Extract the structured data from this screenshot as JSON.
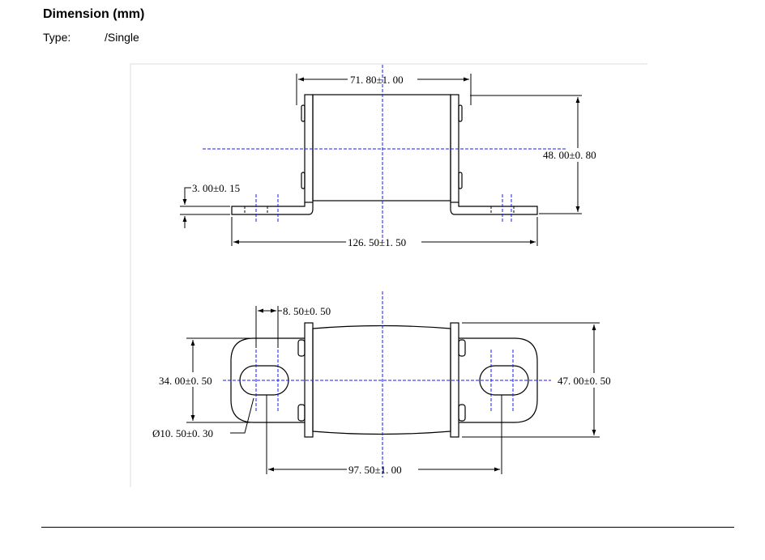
{
  "header": {
    "title": "Dimension (mm)",
    "type_label": "Type:",
    "type_value": "/Single"
  },
  "dimensions": {
    "top_width": "71. 80±1. 00",
    "top_height": "48. 00±0. 80",
    "tab_thickness": "3. 00±0. 15",
    "overall_length": "126. 50±1. 50",
    "slot_width": "8. 50±0. 50",
    "tab_height": "34. 00±0. 50",
    "body_height": "47. 00±0. 50",
    "hole_diameter": "Ø10. 50±0. 30",
    "hole_spacing": "97. 50±1. 00"
  },
  "colors": {
    "outline": "#000000",
    "centerline": "#1a1aff",
    "frame": "#dddddd"
  }
}
